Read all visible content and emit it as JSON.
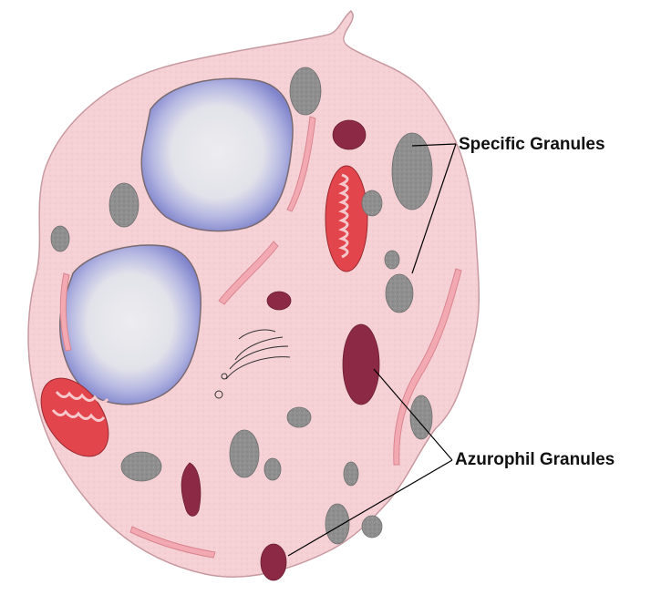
{
  "labels": {
    "specific": "Specific Granules",
    "azurophil": "Azurophil Granules"
  },
  "colors": {
    "cytoplasm": "#f6d3d8",
    "membrane": "#c9a0a6",
    "nucleus_rim": "#8a8fd0",
    "nucleus_core": "#e6e6ea",
    "mitochondrion_outer": "#e2454c",
    "mitochondrion_inner": "#f6c9cd",
    "specific_granule": "#8e8e8e",
    "azurophil_granule": "#8c2a45",
    "er": "#f3a9b1",
    "line": "#000000"
  },
  "icons": [
    "cell-membrane",
    "nucleus-lobe",
    "mitochondrion",
    "golgi",
    "endoplasmic-reticulum",
    "granule"
  ]
}
